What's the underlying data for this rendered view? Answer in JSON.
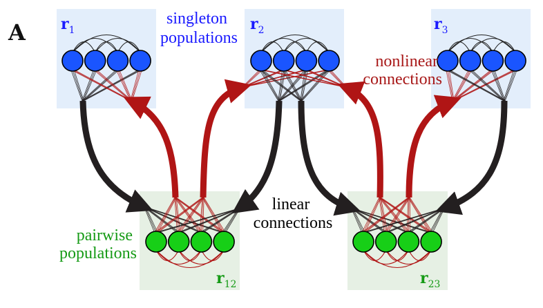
{
  "panel_letter": "A",
  "singleton_label": [
    "singleton",
    "populations"
  ],
  "pairwise_label": [
    "pairwise",
    "populations"
  ],
  "nonlinear_label": [
    "nonlinear",
    "connections"
  ],
  "linear_label": [
    "linear",
    "connections"
  ],
  "populations": {
    "r1": {
      "symbol": "r",
      "sub": "1"
    },
    "r2": {
      "symbol": "r",
      "sub": "2"
    },
    "r3": {
      "symbol": "r",
      "sub": "3"
    },
    "r12": {
      "symbol": "r",
      "sub": "12"
    },
    "r23": {
      "symbol": "r",
      "sub": "23"
    }
  },
  "colors": {
    "singleton_node": "#1a55ff",
    "pairwise_node": "#17cf17",
    "singleton_box": "#e3eefb",
    "pairwise_box": "#e6f0e4",
    "nonlinear": "#b01515",
    "linear": "#231f20",
    "singleton_text": "#1a1aff",
    "pairwise_text": "#159a15",
    "nonlinear_text": "#a81818",
    "linear_text": "#000000"
  }
}
